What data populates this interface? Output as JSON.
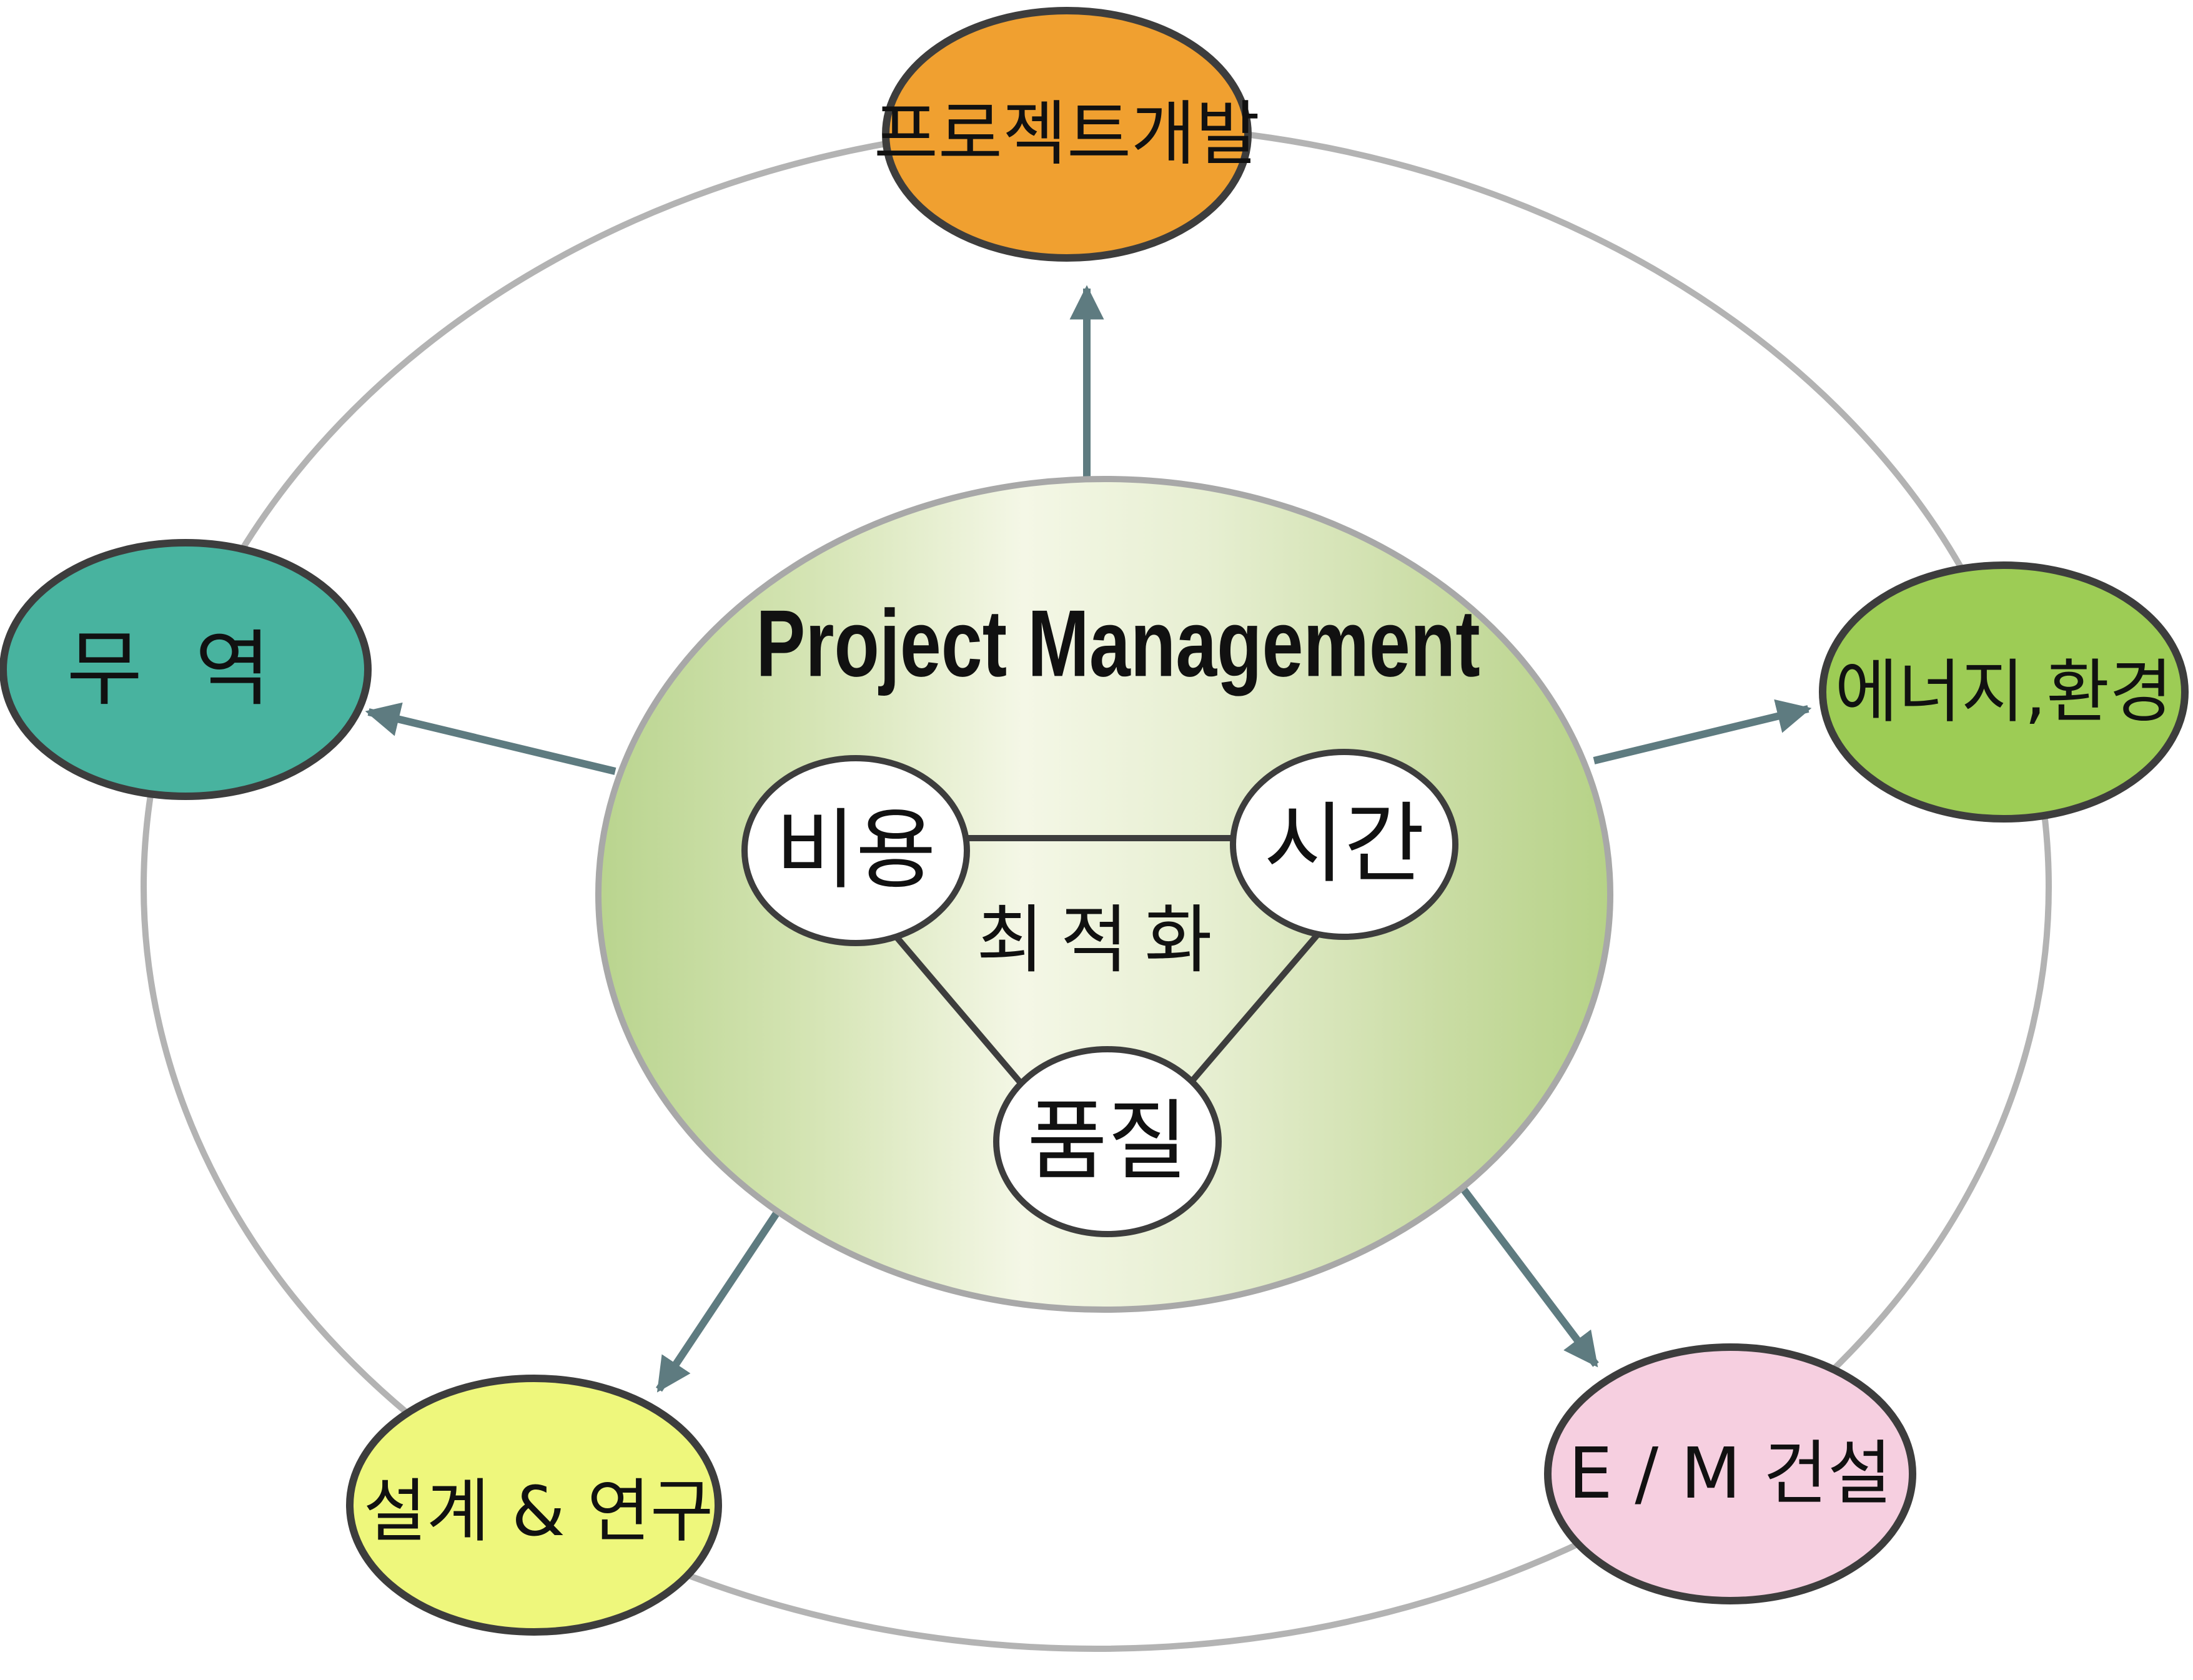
{
  "diagram": {
    "center": {
      "title": "Project Management",
      "optimize_label": "최적화"
    },
    "triangle": {
      "cost": "비용",
      "time": "시간",
      "quality": "품질"
    },
    "outer_nodes": {
      "project_dev": "프로젝트개발",
      "trade": "무  역",
      "energy_env": "에너지,환경",
      "design_research": "설계 & 연구",
      "em_construction": "E / M 건설"
    },
    "colors": {
      "project_dev": "#F0A030",
      "trade": "#48B39F",
      "energy_env": "#9DCC55",
      "design_research": "#EEF77C",
      "em_construction": "#F6CFE0",
      "center_fill_edge": "#B9D48E",
      "center_fill_mid": "#F4F7E6",
      "outer_ring": "#B3B3B3",
      "arrow": "#5E7B80",
      "node_stroke": "#3D3D3D"
    }
  }
}
